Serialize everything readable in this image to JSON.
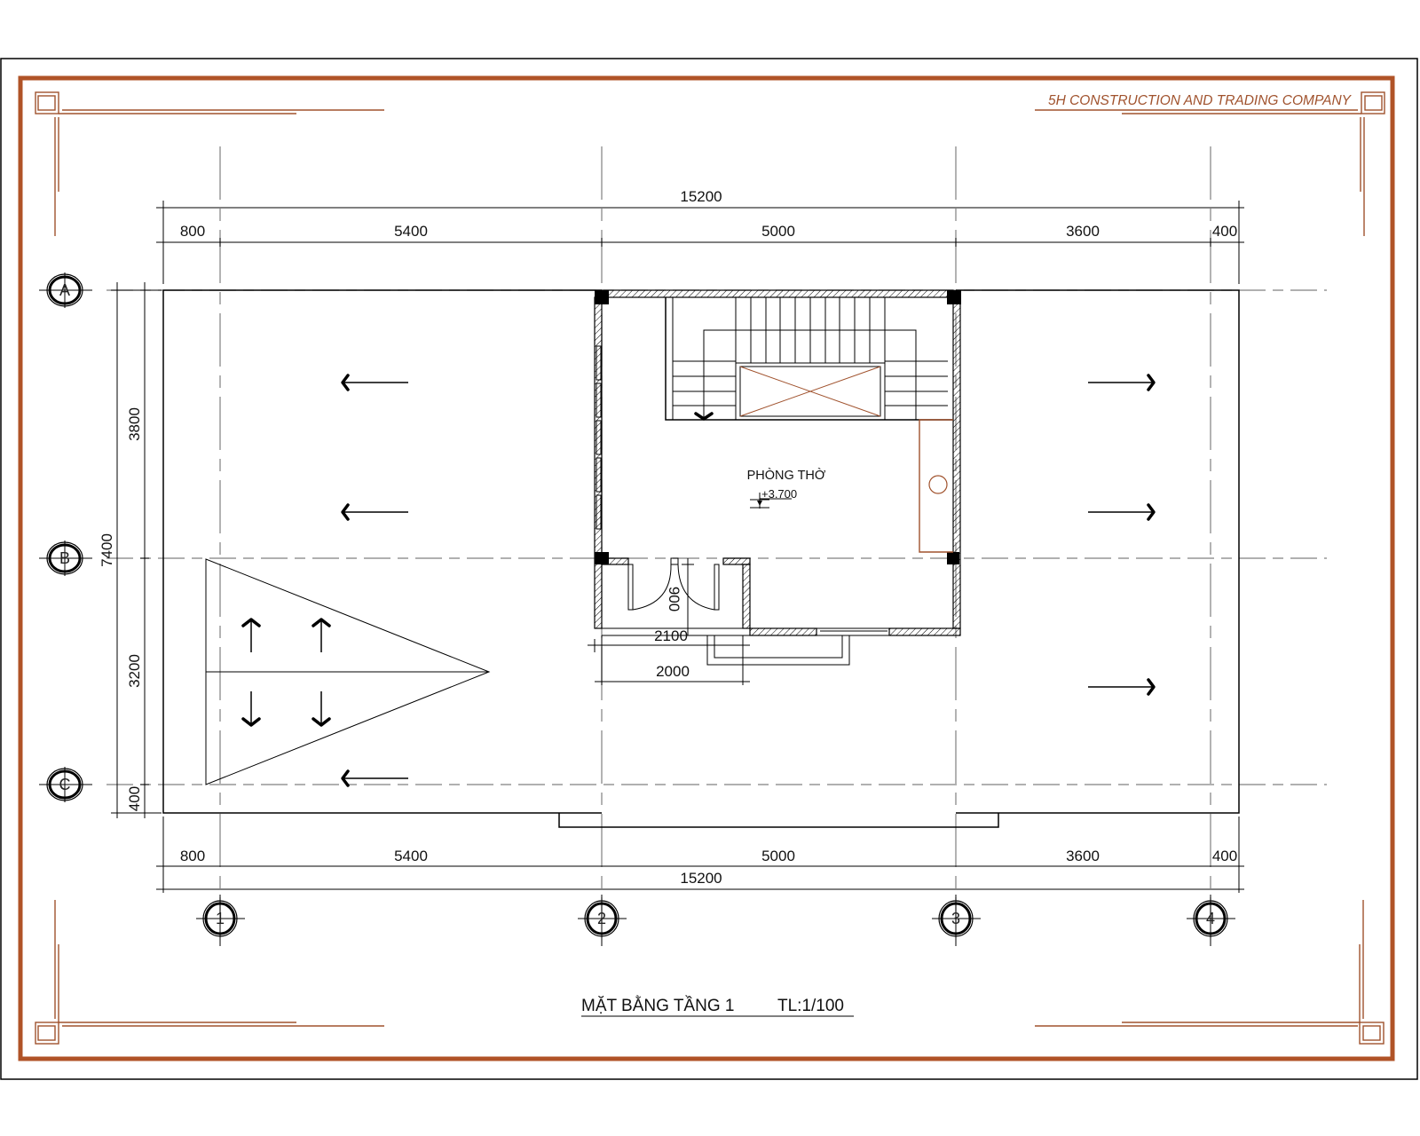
{
  "sheet": {
    "company_name": "5H CONSTRUCTION AND TRADING COMPANY",
    "drawing_title": "MẶT BẰNG TẦNG 1",
    "scale": "TL:1/100",
    "frame_color": "#b05327",
    "ornament_color": "#a0522d"
  },
  "dimensions": {
    "top_total": "15200",
    "top_segments": [
      "800",
      "5400",
      "5000",
      "3600",
      "400"
    ],
    "bottom_segments": [
      "800",
      "5400",
      "5000",
      "3600",
      "400"
    ],
    "bottom_total": "15200",
    "left_total": "7400",
    "left_segments": [
      "3800",
      "3200",
      "400"
    ],
    "door_width": "900",
    "opening_2100": "2100",
    "opening_2000": "2000"
  },
  "grid_axes": {
    "rows": [
      "A",
      "B",
      "C"
    ],
    "columns": [
      "1",
      "2",
      "3",
      "4"
    ]
  },
  "rooms": [
    {
      "name": "PHÒNG THỜ",
      "level": "+3.700"
    }
  ],
  "legend_icons": {
    "roof_slope_arrow": "arrow-icon",
    "stair_direction": "chevron-down-icon",
    "void": "cross-void-icon",
    "column": "column-square-icon"
  }
}
